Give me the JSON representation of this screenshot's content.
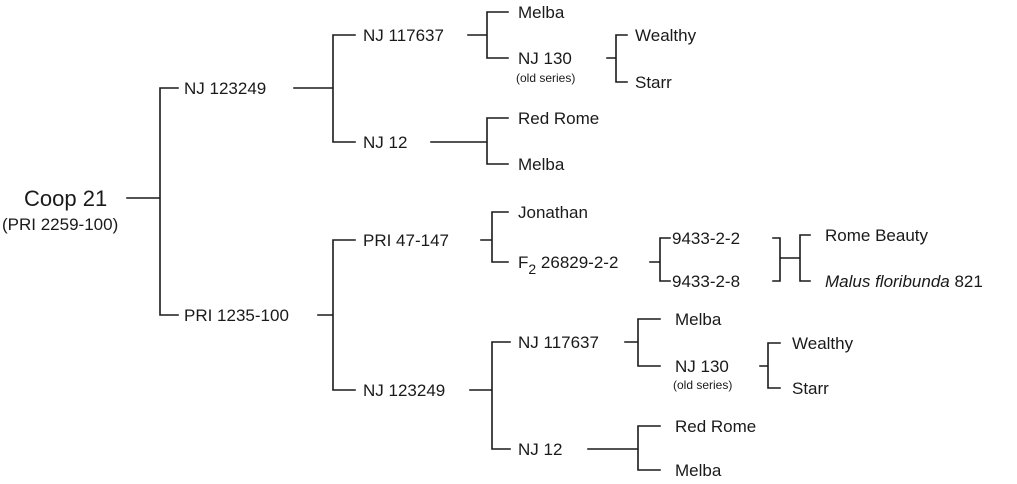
{
  "pedigree": {
    "root": {
      "name": "Coop 21",
      "alt": "(PRI 2259-100)"
    },
    "gen1": {
      "upper": "NJ 123249",
      "lower": "PRI 1235-100"
    },
    "upper_branch": {
      "nj117637": "NJ 117637",
      "nj12": "NJ 12",
      "melba_a": "Melba",
      "nj130": "NJ 130",
      "nj130_note": "(old series)",
      "wealthy": "Wealthy",
      "starr": "Starr",
      "red_rome": "Red Rome",
      "melba_b": "Melba"
    },
    "lower_branch": {
      "pri47": "PRI 47-147",
      "jonathan": "Jonathan",
      "f2_prefix": "F",
      "f2_sub": "2",
      "f2_rest": " 26829-2-2",
      "s9433_2_2": "9433-2-2",
      "s9433_2_8": "9433-2-8",
      "rome_beauty": "Rome Beauty",
      "malus": "Malus floribunda",
      "malus_num": " 821",
      "nj123249": "NJ 123249",
      "nj117637": "NJ 117637",
      "nj12": "NJ 12",
      "melba_a": "Melba",
      "nj130": "NJ 130",
      "nj130_note": "(old series)",
      "wealthy": "Wealthy",
      "starr": "Starr",
      "red_rome": "Red Rome",
      "melba_b": "Melba"
    }
  }
}
